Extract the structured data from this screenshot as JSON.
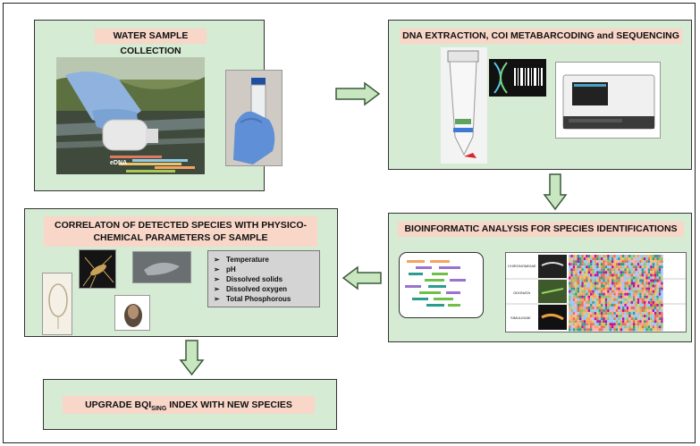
{
  "steps": {
    "water": {
      "title": "WATER SAMPLE COLLECTION"
    },
    "dna": {
      "title": "DNA EXTRACTION, COI METABARCODING and SEQUENCING"
    },
    "bioinf": {
      "title": "BIOINFORMATIC ANALYSIS FOR SPECIES IDENTIFICATIONS",
      "taxa": [
        "CHIRONOMIDAE",
        "ODONATA",
        "SIMULIIDAE"
      ]
    },
    "corr": {
      "title_line1": "CORRELATON OF DETECTED SPECIES WITH PHYSICO-",
      "title_line2": "CHEMICAL PARAMETERS OF SAMPLE",
      "parameters": [
        "Temperature",
        "pH",
        "Dissolved solids",
        "Dissolved oxygen",
        "Total Phosphorous"
      ],
      "bullet": "➢"
    },
    "upgrade": {
      "title_pre": "UPGRADE BQI",
      "title_sub": "SING",
      "title_post": " INDEX WITH NEW SPECIES"
    }
  },
  "photo_labels": {
    "edna": "eDNA"
  },
  "colors": {
    "box": "#d6ebd3",
    "title": "#f8d6c8",
    "arrow_fill": "#c8e6c0",
    "arrow_stroke": "#3a5a3a",
    "params_bg": "#d4d4d4"
  }
}
